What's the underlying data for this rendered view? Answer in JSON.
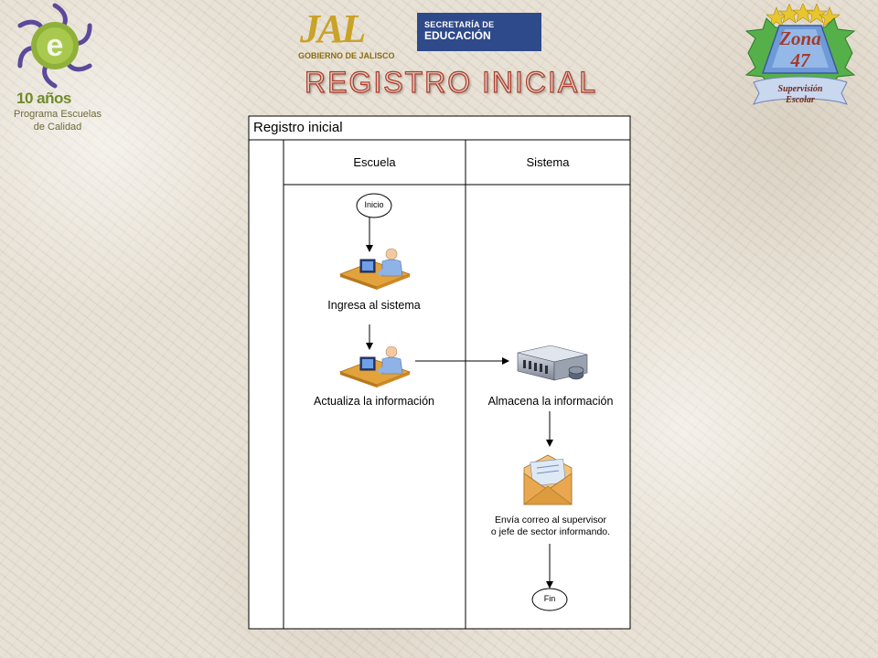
{
  "logo_left": {
    "years": "10 años",
    "program_line1": "Programa Escuelas",
    "program_line2": "de Calidad"
  },
  "logo_jal": {
    "mark": "JAL",
    "gobierno": "GOBIERNO DE JALISCO",
    "secretaria": "SECRETARÍA DE",
    "educacion": "EDUCACIÓN"
  },
  "slide_title": "REGISTRO INICIAL",
  "badge": {
    "zona": "Zona",
    "number": "47",
    "supervision": "Supervisión",
    "escolar": "Escolar"
  },
  "diagram": {
    "title": "Registro inicial",
    "lanes": [
      "Escuela",
      "Sistema"
    ],
    "start": "Inicio",
    "end": "Fin",
    "steps": {
      "ingresa": "Ingresa al sistema",
      "actualiza": "Actualiza la información",
      "almacena": "Almacena la información",
      "envia_line1": "Envía correo al supervisor",
      "envia_line2": "o jefe de sector informando."
    }
  },
  "colors": {
    "title_outline": "#b03a2e",
    "jal_gold": "#c9a227",
    "jal_blue": "#2f4a8a",
    "logo_green": "#6f8a2a",
    "logo_purple": "#5b4a9a"
  },
  "icons": {
    "logo_left": "escuelas-calidad-emblem-icon",
    "jal": "jalisco-map-icon",
    "badge": "zona-crest-icon",
    "workstation": "person-at-computer-icon",
    "server": "server-icon",
    "mail": "envelope-icon"
  }
}
